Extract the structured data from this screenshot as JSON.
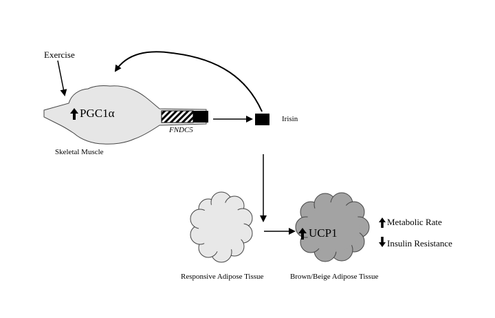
{
  "labels": {
    "exercise": "Exercise",
    "pgc1a": "PGC1α",
    "skeletal_muscle": "Skeletal Muscle",
    "fndc5": "FNDC5",
    "irisin": "Irisin",
    "ucp1": "UCP1",
    "responsive_adipose": "Responsive Adipose Tissue",
    "brown_beige_adipose": "Brown/Beige Adipose Tissue",
    "metabolic_rate": "Metabolic Rate",
    "insulin_resistance": "Insulin Resistance"
  },
  "icons": {
    "up": "up-arrow-icon",
    "down": "down-arrow-icon"
  },
  "colors": {
    "muscle_fill": "#e6e6e6",
    "responsive_fill": "#e8e8e8",
    "brown_fill": "#a3a3a3",
    "stroke": "#444444",
    "block": "#000000"
  }
}
